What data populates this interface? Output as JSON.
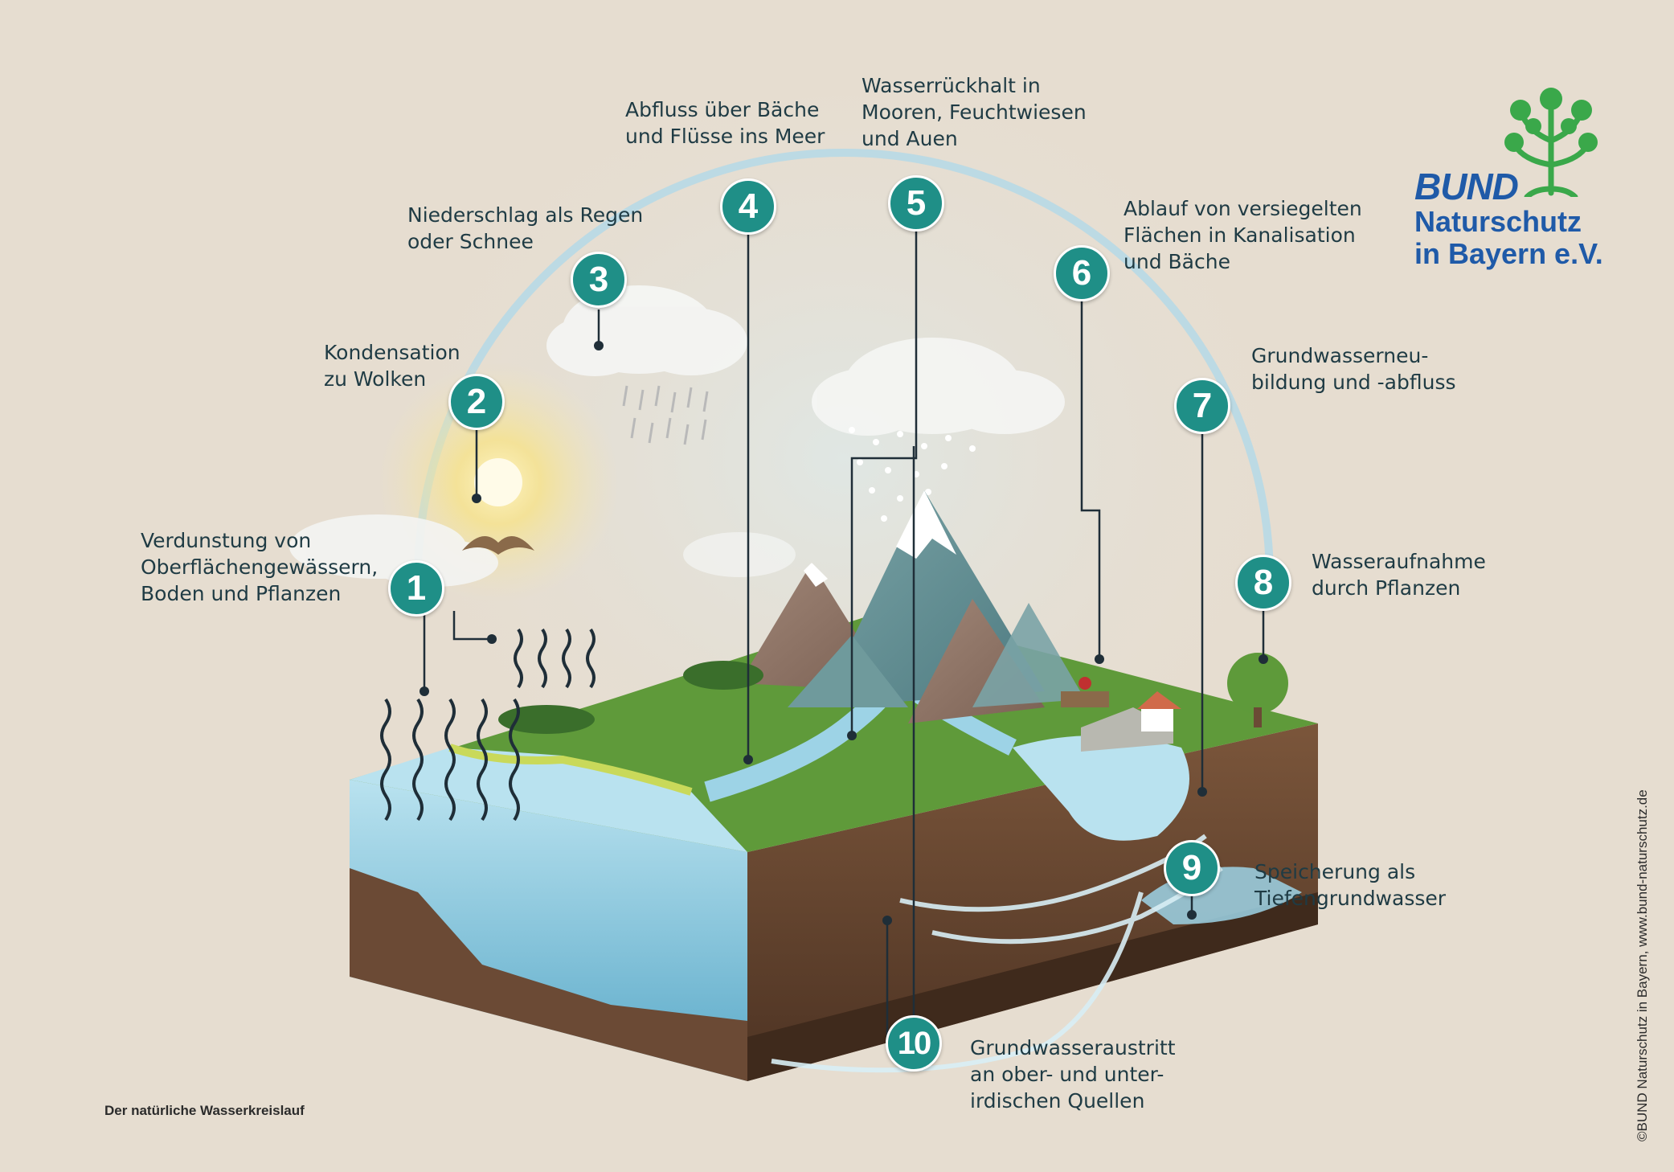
{
  "labels": {
    "l1": [
      "Verdunstung von",
      "Oberflächengewässern,",
      "Boden und Pflanzen"
    ],
    "l2": [
      "Kondensation",
      "zu Wolken"
    ],
    "l3": [
      "Niederschlag als Regen",
      "oder Schnee"
    ],
    "l4": [
      "Abfluss über Bäche",
      "und Flüsse ins Meer"
    ],
    "l5": [
      "Wasserrückhalt in",
      "Mooren, Feuchtwiesen",
      "und Auen"
    ],
    "l6": [
      "Ablauf von versiegelten",
      "Flächen in Kanalisation",
      "und Bäche"
    ],
    "l7": [
      "Grundwasserneu-",
      "bildung und -abfluss"
    ],
    "l8": [
      "Wasseraufnahme",
      "durch Pflanzen"
    ],
    "l9": [
      "Speicherung als",
      "Tiefengrundwasser"
    ],
    "l10": [
      "Grundwasseraustritt",
      "an ober- und unter-",
      "irdischen Quellen"
    ]
  },
  "badges": [
    "1",
    "2",
    "3",
    "4",
    "5",
    "6",
    "7",
    "8",
    "9",
    "10"
  ],
  "caption": "Der natürliche Wasserkreislauf",
  "copyright": "©BUND Naturschutz in Bayern, www.bund-naturschutz.de",
  "logo": {
    "word": "BUND",
    "line2": "Naturschutz",
    "line3": "in Bayern e.V."
  },
  "colors": {
    "background": "#e6ddd0",
    "badge": "#1f8f87",
    "text": "#1f3b44",
    "logo_blue": "#1f5aa8",
    "logo_green": "#3aa84a",
    "water": "#9dd3e6",
    "grass": "#5f9a3a",
    "soil": "#6b4a35"
  }
}
